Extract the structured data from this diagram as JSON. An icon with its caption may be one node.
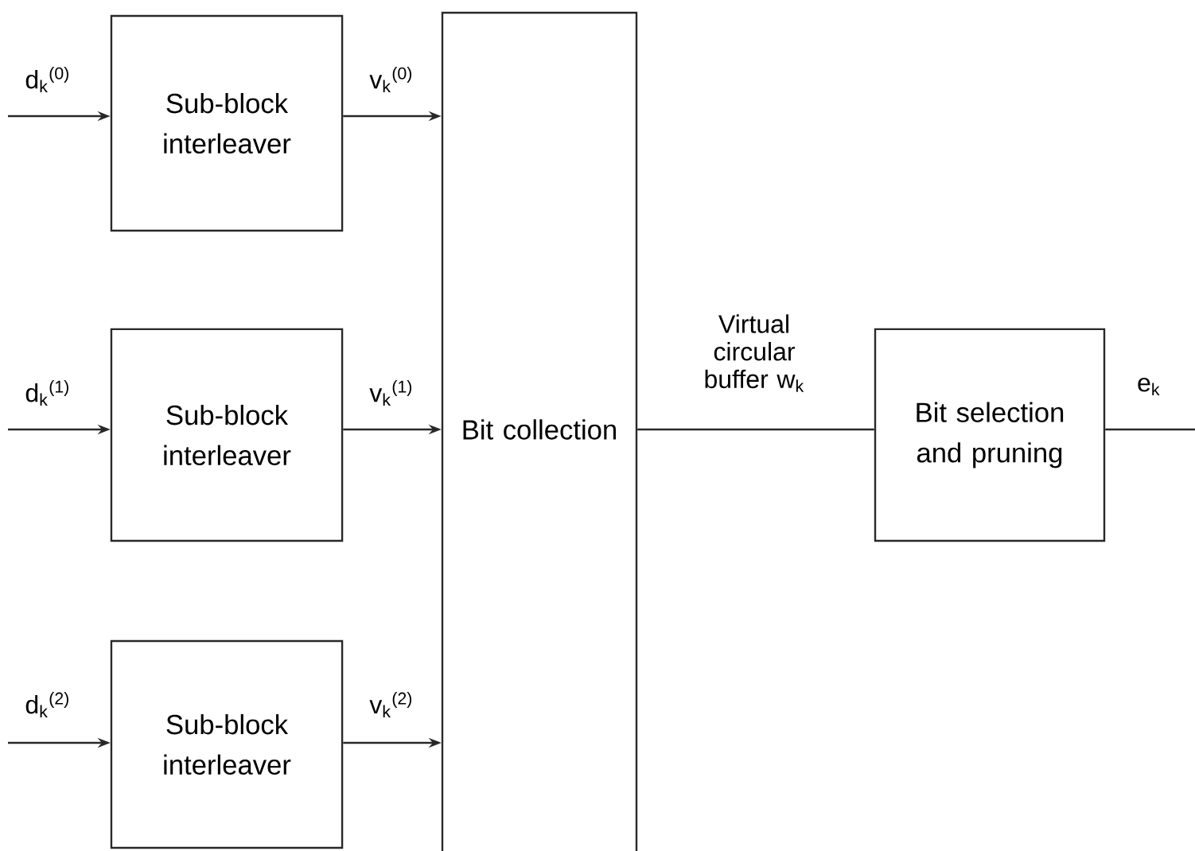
{
  "diagram": {
    "nodes": [
      {
        "text": [
          "Sub-block interleaver"
        ]
      },
      {
        "text": [
          "Sub-block interleaver"
        ]
      },
      {
        "text": [
          "Sub-block interleaver"
        ]
      },
      {
        "text": [
          "Bit collection"
        ]
      },
      {
        "text": [
          "Bit selection and pruning"
        ]
      }
    ],
    "edges": [
      {
        "from": null,
        "to": 0,
        "arrow": "to",
        "label": "d$_{k}$$^{(0)}$"
      },
      {
        "from": null,
        "to": 1,
        "arrow": "to",
        "label": "d$_{k}$$^{(1)}$"
      },
      {
        "from": null,
        "to": 2,
        "arrow": "to",
        "label": "d$_{k}$$^{(2)}$"
      },
      {
        "from": 0,
        "to": 3,
        "arrow": "to",
        "label": "v$_{k}$$^{(0)}$"
      },
      {
        "from": 1,
        "to": 3,
        "arrow": "to",
        "label": "v$_{k}$$^{(1)}$"
      },
      {
        "from": 2,
        "to": 3,
        "arrow": "to",
        "label": "v$_{k}$$^{(2)}$"
      },
      {
        "from": 3,
        "to": 4,
        "arrow": "none",
        "label": "Virtual circular buffer w$_{k}$"
      },
      {
        "from": 4,
        "to": null,
        "arrow": "none",
        "label": "e$_{k}$"
      }
    ]
  }
}
